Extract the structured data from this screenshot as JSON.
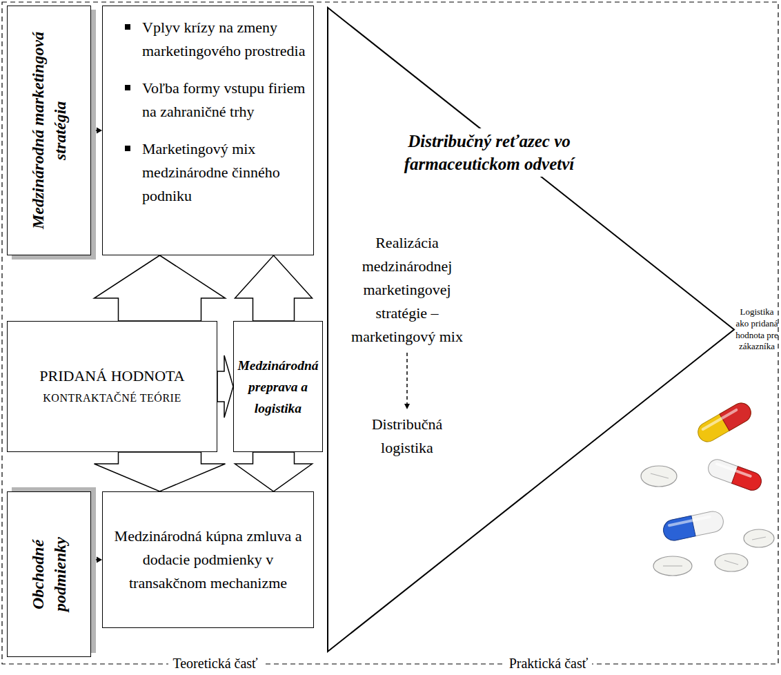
{
  "diagram": {
    "nodes": [
      {
        "text": [
          "Medzinárodná marketingová stratégia"
        ]
      },
      {
        "text": [
          "Vplyv krízy na zmeny marketingového prostredia",
          "Voľba formy vstupu firiem na zahraničné trhy",
          "Marketingový mix medzinárodne činného podniku"
        ]
      },
      {
        "text": [
          "PRIDANÁ HODNOTA",
          "KONTRAKTAČNÉ TEÓRIE"
        ]
      },
      {
        "text": [
          "Medzinárodná preprava a logistika"
        ]
      },
      {
        "text": [
          "Obchodné podmienky"
        ]
      },
      {
        "text": [
          "Medzinárodná kúpna zmluva a dodacie podmienky v transakčnom mechanizme"
        ]
      },
      {
        "text": [
          "Distribučný reťazec vo farmaceutickom odvetví",
          "Realizácia medzinárodnej marketingovej stratégie – marketingový mix",
          "Distribučná logistika"
        ]
      }
    ],
    "edges": [
      {
        "from": 0,
        "to": 1,
        "arrow": "to"
      },
      {
        "from": 2,
        "to": 1,
        "arrow": "to"
      },
      {
        "from": 2,
        "to": 3,
        "arrow": "to"
      },
      {
        "from": 3,
        "to": 1,
        "arrow": "to"
      },
      {
        "from": 2,
        "to": 5,
        "arrow": "to"
      },
      {
        "from": 3,
        "to": 5,
        "arrow": "to"
      },
      {
        "from": 4,
        "to": 5,
        "arrow": "to"
      }
    ],
    "labels": [
      "Logistika ako pridaná hodnota pre zákazníka",
      "Teoretická časť",
      "Praktická časť"
    ]
  }
}
